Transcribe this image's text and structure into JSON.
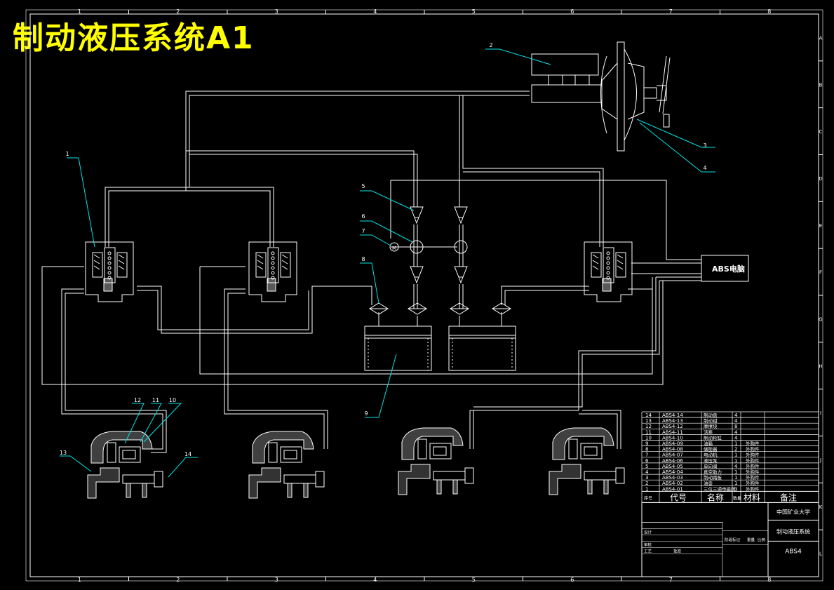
{
  "title": "制动液压系统A1",
  "ruler_top": [
    "1",
    "2",
    "3",
    "4",
    "5",
    "6",
    "7",
    "8"
  ],
  "ruler_right": [
    "A",
    "B",
    "C",
    "D",
    "E",
    "F",
    "G",
    "H",
    "I",
    "J",
    "K",
    "L"
  ],
  "callouts": [
    "1",
    "2",
    "3",
    "4",
    "5",
    "6",
    "7",
    "8",
    "9",
    "10",
    "11",
    "12",
    "13",
    "14"
  ],
  "ecu_label": "ABS电脑",
  "motor_label": "M",
  "parts": [
    {
      "no": "14",
      "code": "ABS4-14",
      "name": "制动盘",
      "qty": "4",
      "note": ""
    },
    {
      "no": "13",
      "code": "ABS4-13",
      "name": "制动钳",
      "qty": "4",
      "note": ""
    },
    {
      "no": "12",
      "code": "ABS4-12",
      "name": "摩擦块",
      "qty": "8",
      "note": ""
    },
    {
      "no": "11",
      "code": "ABS4-11",
      "name": "活塞",
      "qty": "4",
      "note": ""
    },
    {
      "no": "10",
      "code": "ABS4-10",
      "name": "制动轮缸",
      "qty": "4",
      "note": ""
    },
    {
      "no": "9",
      "code": "ABS4-09",
      "name": "油箱",
      "qty": "1",
      "note": "外购件"
    },
    {
      "no": "8",
      "code": "ABS4-08",
      "name": "储能器",
      "qty": "2",
      "note": "外购件"
    },
    {
      "no": "7",
      "code": "ABS4-07",
      "name": "电动机",
      "qty": "1",
      "note": "外购件"
    },
    {
      "no": "6",
      "code": "ABS4-06",
      "name": "液压泵",
      "qty": "1",
      "note": "外购件"
    },
    {
      "no": "5",
      "code": "ABS4-05",
      "name": "单向阀",
      "qty": "4",
      "note": "外购件"
    },
    {
      "no": "4",
      "code": "ABS4-04",
      "name": "真空助力",
      "qty": "1",
      "note": "外购件"
    },
    {
      "no": "3",
      "code": "ABS4-03",
      "name": "制动踏板",
      "qty": "1",
      "note": "外购件"
    },
    {
      "no": "2",
      "code": "ABS4-02",
      "name": "油壶",
      "qty": "1",
      "note": "外购件"
    },
    {
      "no": "1",
      "code": "ABS4-01",
      "name": "三位三通电磁阀",
      "qty": "3",
      "note": "外购件"
    }
  ],
  "table_header": {
    "no": "序号",
    "code": "代号",
    "name": "名称",
    "qty": "数量",
    "material": "材料",
    "note": "备注"
  },
  "title_block": {
    "school": "中国矿业大学",
    "drawing_name": "制动液压系统",
    "drawing_no": "ABS4",
    "designer_row": "设计",
    "check_row": "审核",
    "process_row": "工艺",
    "approve_row": "批准",
    "stage_mark": "阶段标记",
    "weight": "重量",
    "scale": "比例"
  }
}
